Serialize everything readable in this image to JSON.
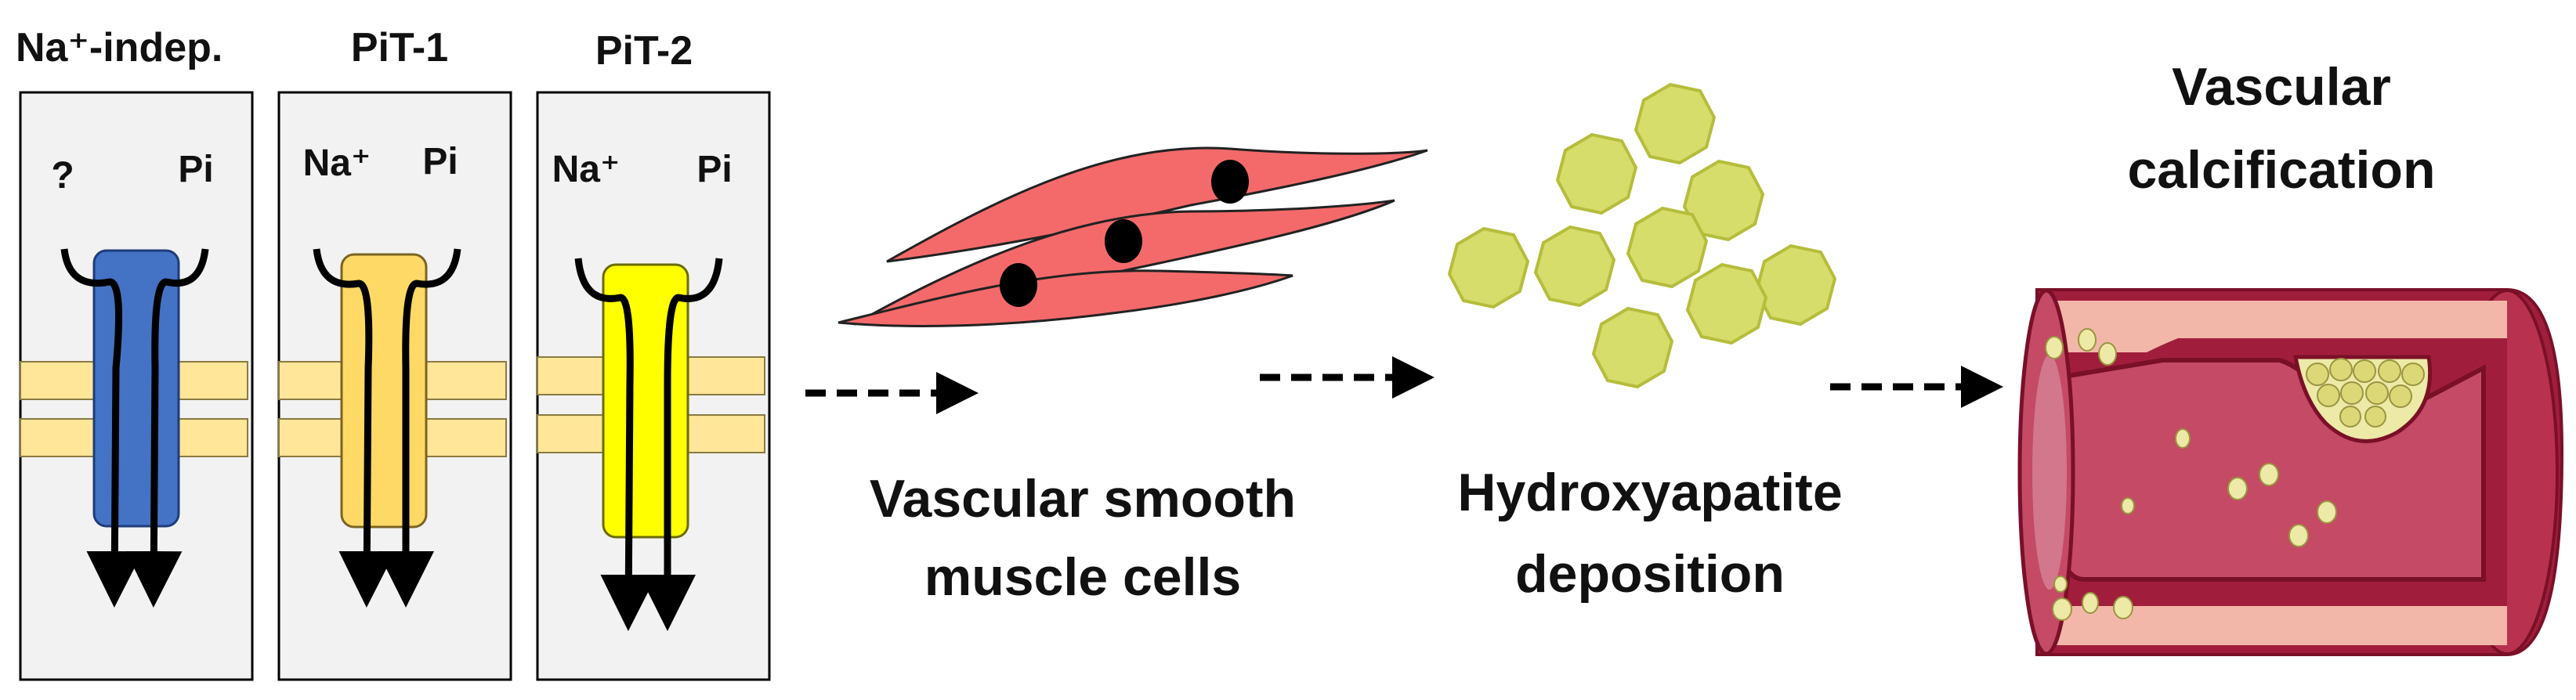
{
  "transporters": [
    {
      "title": "Na⁺-indep.",
      "left_label": "?",
      "right_label": "Pi"
    },
    {
      "title": "PiT-1",
      "left_label": "Na⁺",
      "right_label": "Pi"
    },
    {
      "title": "PiT-2",
      "left_label": "Na⁺",
      "right_label": "Pi"
    }
  ],
  "stages": {
    "smooth_muscle": {
      "line1": "Vascular smooth",
      "line2": "muscle cells"
    },
    "hydroxyapatite": {
      "line1": "Hydroxyapatite",
      "line2": "deposition"
    },
    "calcification": {
      "line1": "Vascular",
      "line2": "calcification"
    }
  },
  "colors": {
    "transporter_1": "#4472C4",
    "transporter_2": "#FFD966",
    "transporter_3": "#FFFF00",
    "membrane": "#FFE699",
    "panel_bg": "#F2F2F2",
    "cell_fill": "#F46A6A",
    "crystal": "#D6DD6A",
    "vessel_wall": "#A01E3C",
    "vessel_lumen": "#C44A66"
  },
  "icons": [
    "dashed-arrow-icon",
    "smooth-muscle-cell-icon",
    "hydroxyapatite-crystal-icon",
    "blood-vessel-icon"
  ]
}
